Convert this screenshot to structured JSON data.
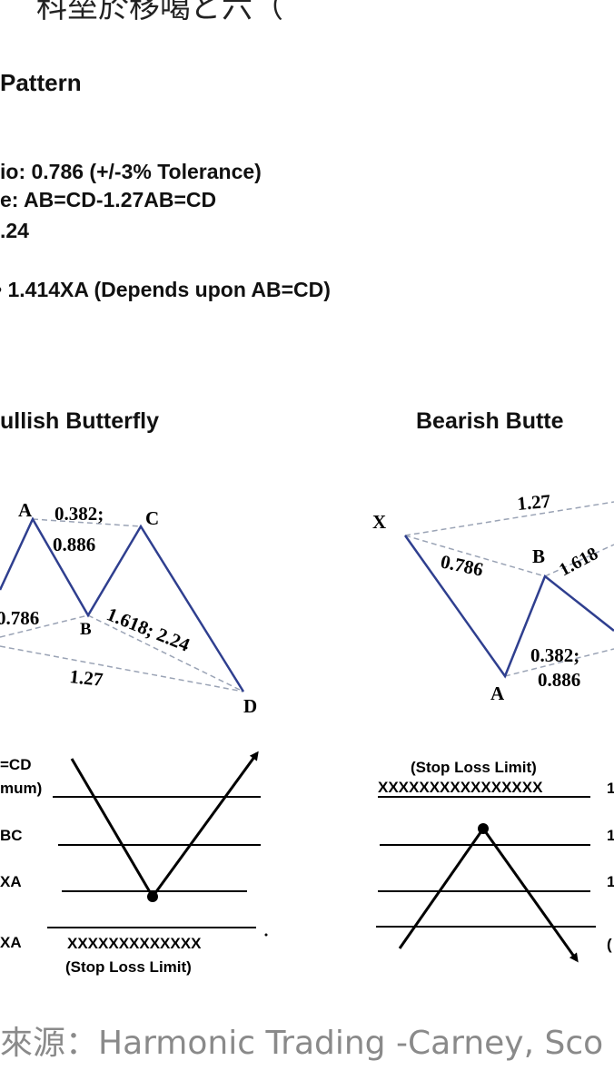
{
  "top_fragment": "科垒於移噶ど六（",
  "heading": "Pattern",
  "rules": [
    "io: 0.786 (+/-3%  Tolerance)",
    "e: AB=CD-1.27AB=CD",
    ".24",
    "• 1.414XA  (Depends upon AB=CD)"
  ],
  "bullish": {
    "title": "ullish Butterfly",
    "points": {
      "A": "A",
      "B": "B",
      "C": "C",
      "D": "D"
    },
    "ratios": {
      "ac1": "0.382;",
      "ac2": "0.886",
      "xb": "0.786",
      "bd": "1.618; 2.24",
      "xd": "1.27"
    },
    "levels": [
      "=CD",
      "mum)",
      "BC",
      "XA",
      "XA"
    ],
    "stop_x": "XXXXXXXXXXXXX",
    "stop_label": "(Stop Loss Limit)"
  },
  "bearish": {
    "title": "Bearish Butte",
    "points": {
      "X": "X",
      "A": "A",
      "B": "B"
    },
    "ratios": {
      "xd": "1.27",
      "xb": "0.786",
      "bd": "1.618",
      "ac1": "0.382;",
      "ac2": "0.886"
    },
    "stop_label": "(Stop Loss Limit)",
    "stop_x": "XXXXXXXXXXXXXXXX",
    "right_levels": [
      "1",
      "1",
      "1",
      "("
    ]
  },
  "source": "來源：Harmonic Trading -Carney, Sco",
  "colors": {
    "pattern_line": "#2f3f8f",
    "dashed": "#9aa3b5",
    "text": "#111111",
    "source": "#8a8a8a"
  }
}
